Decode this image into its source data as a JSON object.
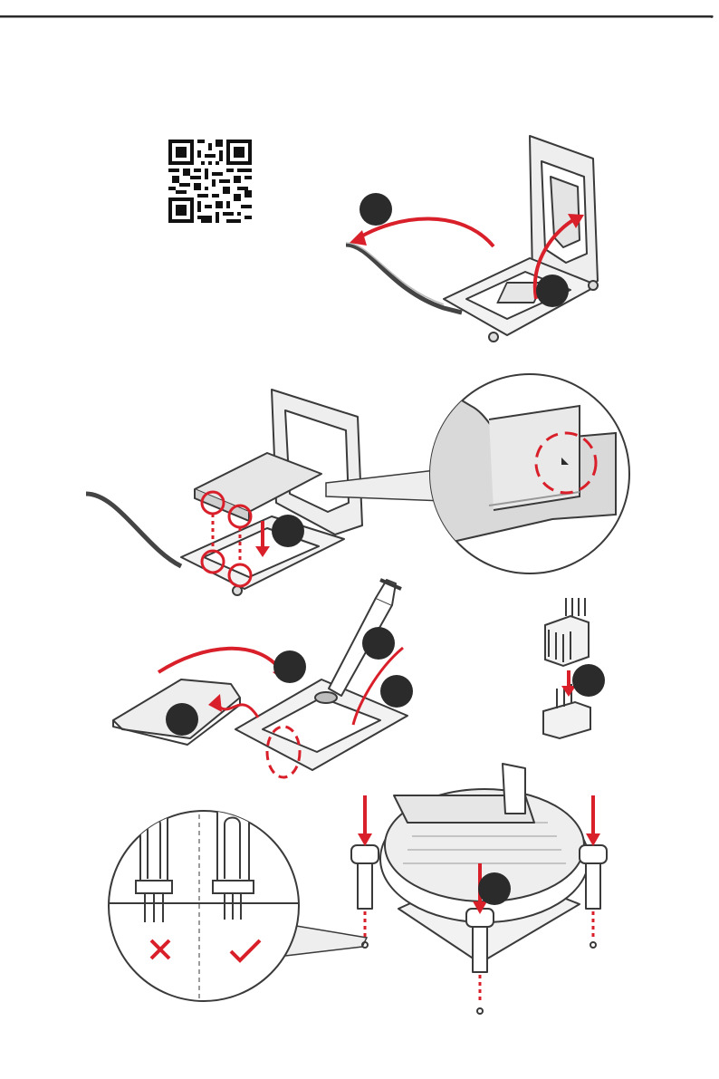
{
  "colors": {
    "ink": "#2b2b2b",
    "line": "#3a3a3a",
    "gray_fill": "#d9d9d9",
    "light_fill": "#eeeeee",
    "accent_red": "#d9202a",
    "step_badge": "#2b2b2b"
  },
  "icons": {
    "qr_code": "qr-code-icon",
    "wrong": "cross-mark-icon",
    "right": "check-mark-icon"
  },
  "figures": [
    "socket-open-lever",
    "cpu-insert-with-notch-detail",
    "cooler-prep-thermal-paste",
    "fan-connector",
    "cooler-mount-with-pin-detail"
  ]
}
